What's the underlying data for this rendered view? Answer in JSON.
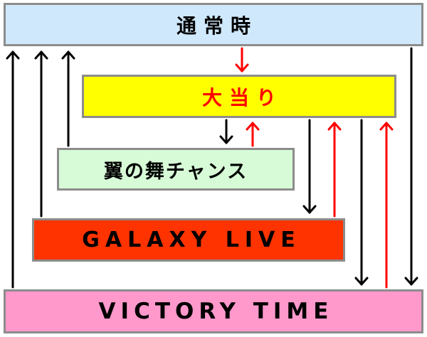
{
  "boxes": {
    "normal": "通常時",
    "jackpot": "大当り",
    "wing_chance": "翼の舞チャンス",
    "galaxy_live": "GALAXY LIVE",
    "victory_time": "VICTORY TIME"
  },
  "colors": {
    "normal_bg": "#cfe8fb",
    "jackpot_bg": "#ffff00",
    "jackpot_text": "#ff0000",
    "wing_chance_bg": "#d7fbd7",
    "galaxy_live_bg": "#ff3300",
    "victory_time_bg": "#ff99cc",
    "border": "#8c8c8c",
    "arrow_black": "#000000",
    "arrow_red": "#ff0000"
  },
  "transitions": [
    {
      "from": "通常時",
      "to": "大当り",
      "color": "red"
    },
    {
      "from": "大当り",
      "to": "翼の舞チャンス",
      "color": "black"
    },
    {
      "from": "翼の舞チャンス",
      "to": "大当り",
      "color": "red"
    },
    {
      "from": "大当り",
      "to": "GALAXY LIVE",
      "color": "black"
    },
    {
      "from": "GALAXY LIVE",
      "to": "大当り",
      "color": "red"
    },
    {
      "from": "大当り",
      "to": "VICTORY TIME",
      "color": "black"
    },
    {
      "from": "VICTORY TIME",
      "to": "大当り",
      "color": "red"
    },
    {
      "from": "翼の舞チャンス",
      "to": "通常時",
      "color": "black"
    },
    {
      "from": "GALAXY LIVE",
      "to": "通常時",
      "color": "black"
    },
    {
      "from": "VICTORY TIME",
      "to": "通常時",
      "color": "black"
    },
    {
      "from": "通常時",
      "to": "VICTORY TIME",
      "color": "black"
    }
  ]
}
